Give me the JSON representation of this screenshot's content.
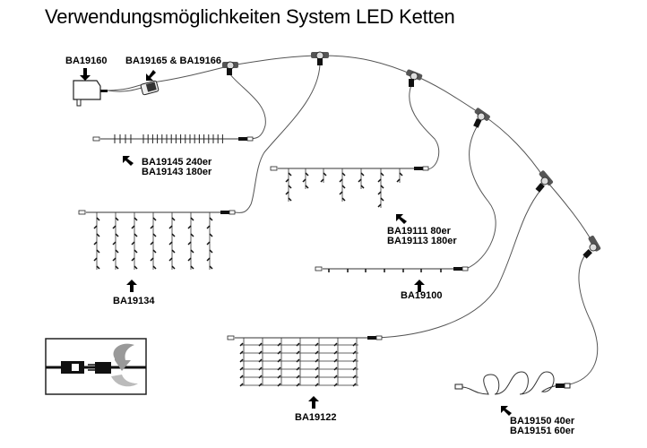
{
  "title": "Verwendungsmöglichkeiten System LED Ketten",
  "components": [
    {
      "id": "transformer",
      "icon": "power-adapter-icon",
      "labels": [
        "BA19160"
      ]
    },
    {
      "id": "controller",
      "icon": "controller-icon",
      "labels": [
        "BA19165 & BA19166"
      ]
    },
    {
      "id": "light-chain",
      "icon": "light-chain-icon",
      "labels": [
        "BA19145 240er",
        "BA19143 180er"
      ]
    },
    {
      "id": "icicle-chain",
      "icon": "icicle-chain-icon",
      "labels": [
        "BA19111 80er",
        "BA19113 180er"
      ]
    },
    {
      "id": "curtain",
      "icon": "curtain-lights-icon",
      "labels": [
        "BA19134"
      ]
    },
    {
      "id": "basic-chain",
      "icon": "basic-chain-icon",
      "labels": [
        "BA19100"
      ]
    },
    {
      "id": "net",
      "icon": "net-lights-icon",
      "labels": [
        "BA19122"
      ]
    },
    {
      "id": "string-lights",
      "icon": "coiled-string-icon",
      "labels": [
        "BA19150  40er",
        "BA19151  60er"
      ]
    }
  ],
  "inset": {
    "icon": "connector-plug-icon"
  },
  "colors": {
    "cable": "#555555",
    "connector": "#222222",
    "text": "#000000"
  }
}
